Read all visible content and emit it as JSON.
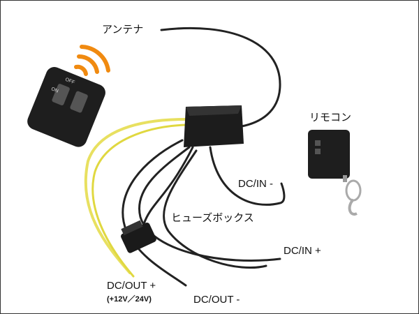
{
  "labels": {
    "antenna": "アンテナ",
    "remote": "リモコン",
    "dc_in_minus": "DC/IN -",
    "fuse_box": "ヒューズボックス",
    "dc_in_plus": "DC/IN +",
    "dc_out_plus": "DC/OUT +",
    "dc_out_voltage": "(+12V／24V)",
    "dc_out_minus": "DC/OUT -"
  },
  "remote_buttons": {
    "on": "ON",
    "off": "OFF"
  }
}
